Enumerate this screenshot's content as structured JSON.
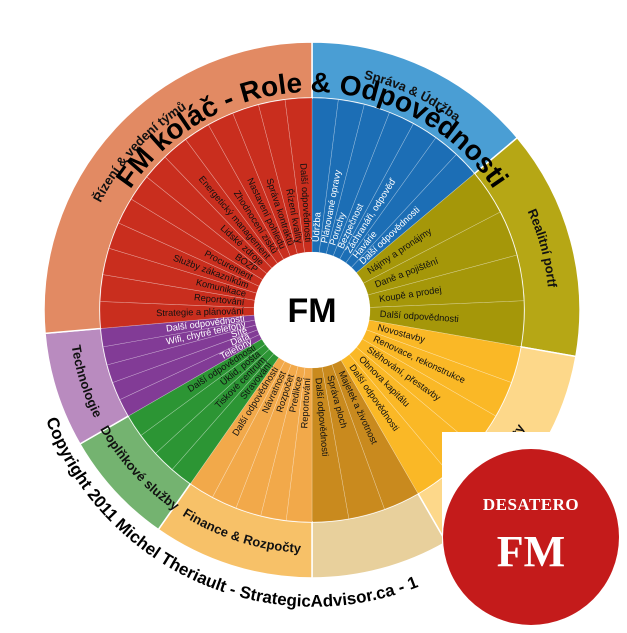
{
  "title": "FM koláč - Role & Odpovědnosti",
  "center_label": "FM",
  "copyright": "Copyright 2011 Michel Theriault - StrategicAdvisor.ca - 1",
  "badge": {
    "line1": "DESATERO",
    "line2": "FM"
  },
  "categories": [
    {
      "name": "Správa & Údržba",
      "start": 0,
      "end": 50,
      "outer_color": "#4a9ed4",
      "inner_color": "#1c6eb5",
      "light_text": true,
      "items": [
        "Údržba",
        "Plánované opravy",
        "Poruchy",
        "Bezpečnost",
        "Záchranáři, odpověď",
        "Havárie",
        "Další odpovědnosti"
      ]
    },
    {
      "name": "Realitní portf",
      "start": 50,
      "end": 100,
      "outer_color": "#b6a715",
      "inner_color": "#a59709",
      "light_text": false,
      "items": [
        "Nájmy a pronájmy",
        "Daně a pojištění",
        "Koupě a prodej",
        "Další odpovědnosti"
      ]
    },
    {
      "name": "Projekty",
      "start": 100,
      "end": 150,
      "outer_color": "#fdd88a",
      "inner_color": "#fab826",
      "light_text": false,
      "items": [
        "Novostavby",
        "Renovace, rekonstrukce",
        "Stěhování, přestavby",
        "Obnova kapitálu",
        "Další odpovědnosti"
      ]
    },
    {
      "name": "",
      "start": 150,
      "end": 180,
      "outer_color": "#e8d09c",
      "inner_color": "#c98a1e",
      "light_text": false,
      "items": [
        "Majetek a životnost",
        "Správa ploch",
        "Další odpovědnosti"
      ]
    },
    {
      "name": "Finance & Rozpočty",
      "start": 180,
      "end": 215,
      "outer_color": "#f7c168",
      "inner_color": "#f2a94a",
      "light_text": false,
      "items": [
        "Reportování",
        "Predikce",
        "Rozpočet",
        "Návratnost",
        "Další odpovědnosti"
      ]
    },
    {
      "name": "Doplňkové služby",
      "start": 215,
      "end": 240,
      "outer_color": "#74b370",
      "inner_color": "#2c9534",
      "light_text": false,
      "items": [
        "Stravování",
        "Tiskové centrum",
        "Úklid, pošta",
        "Další odpovědnosti"
      ]
    },
    {
      "name": "Technologie",
      "start": 240,
      "end": 265,
      "outer_color": "#b98bbf",
      "inner_color": "#823b96",
      "light_text": true,
      "items": [
        "Telefony",
        "Data",
        "Sítě",
        "Wifi, chytré telefony",
        "Další odpovědnosti"
      ]
    },
    {
      "name": "Řízení & vedení týmů",
      "start": 265,
      "end": 360,
      "outer_color": "#e28a63",
      "inner_color": "#c92e1e",
      "light_text": false,
      "items": [
        "Strategie a plánování",
        "Reportování",
        "Komunikace",
        "Služby zákazníkům",
        "Procurement",
        "BOZP",
        "Lidské zdroje",
        "Energetický management",
        "Zhodnocení zisků",
        "Nastavení pohledu",
        "Správa kontraktů",
        "Řízení kvality",
        "Další odpovědnosti"
      ]
    }
  ]
}
